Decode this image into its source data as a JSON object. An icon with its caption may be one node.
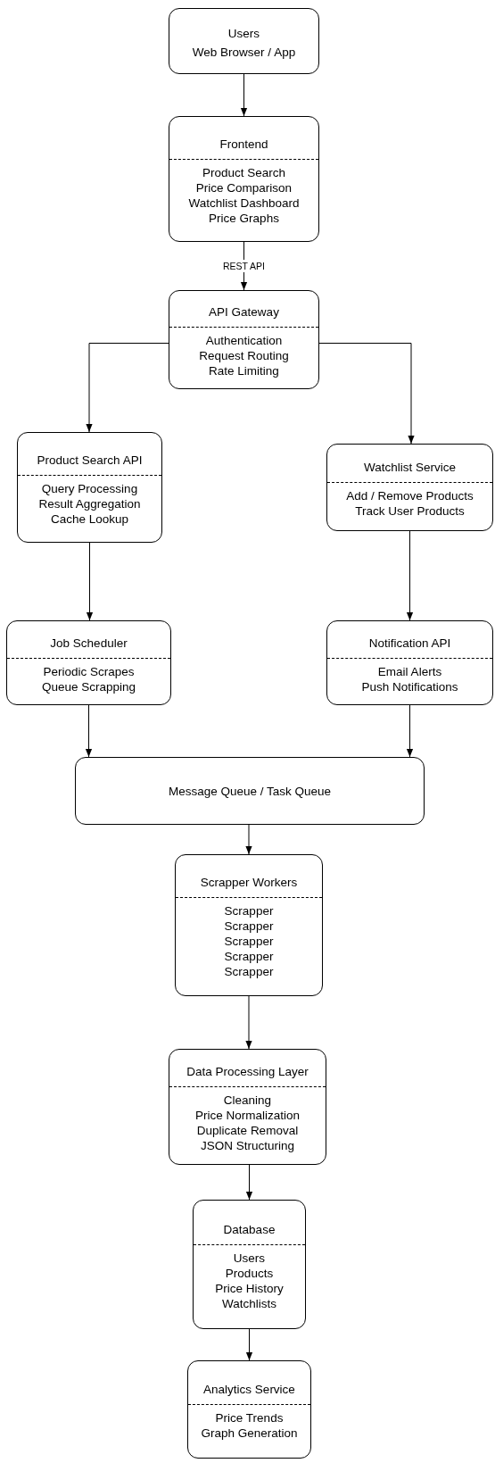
{
  "diagram": {
    "nodes": [
      {
        "text": [
          "Users",
          "Web Browser / App"
        ]
      },
      {
        "text": [
          "Frontend",
          "Product Search",
          "Price Comparison",
          "Watchlist Dashboard",
          "Price Graphs"
        ]
      },
      {
        "text": [
          "API Gateway",
          "Authentication",
          "Request Routing",
          "Rate Limiting"
        ]
      },
      {
        "text": [
          "Product Search API",
          "Query Processing",
          "Result Aggregation",
          "Cache Lookup"
        ]
      },
      {
        "text": [
          "Watchlist Service",
          "Add / Remove Products",
          "Track User Products"
        ]
      },
      {
        "text": [
          "Job Scheduler",
          "Periodic Scrapes",
          "Queue Scrapping"
        ]
      },
      {
        "text": [
          "Notification API",
          "Email Alerts",
          "Push Notifications"
        ]
      },
      {
        "text": [
          "Message Queue / Task Queue"
        ]
      },
      {
        "text": [
          "Scrapper Workers",
          "Scrapper",
          "Scrapper",
          "Scrapper",
          "Scrapper",
          "Scrapper"
        ]
      },
      {
        "text": [
          "Data Processing Layer",
          "Cleaning",
          "Price Normalization",
          "Duplicate Removal",
          "JSON Structuring"
        ]
      },
      {
        "text": [
          "Database",
          "Users",
          "Products",
          "Price History",
          "Watchlists"
        ]
      },
      {
        "text": [
          "Analytics Service",
          "Price Trends",
          "Graph Generation"
        ]
      }
    ],
    "edges": [
      {
        "from": 0,
        "to": 1,
        "arrow": "to"
      },
      {
        "from": 1,
        "to": 2,
        "arrow": "to",
        "label": "REST API"
      },
      {
        "from": 2,
        "to": 3,
        "arrow": "to"
      },
      {
        "from": 2,
        "to": 4,
        "arrow": "to"
      },
      {
        "from": 3,
        "to": 5,
        "arrow": "to"
      },
      {
        "from": 4,
        "to": 6,
        "arrow": "to"
      },
      {
        "from": 5,
        "to": 7,
        "arrow": "to"
      },
      {
        "from": 6,
        "to": 7,
        "arrow": "to"
      },
      {
        "from": 7,
        "to": 8,
        "arrow": "to"
      },
      {
        "from": 8,
        "to": 9,
        "arrow": "to"
      },
      {
        "from": 9,
        "to": 10,
        "arrow": "to"
      },
      {
        "from": 10,
        "to": 11,
        "arrow": "to"
      }
    ]
  }
}
